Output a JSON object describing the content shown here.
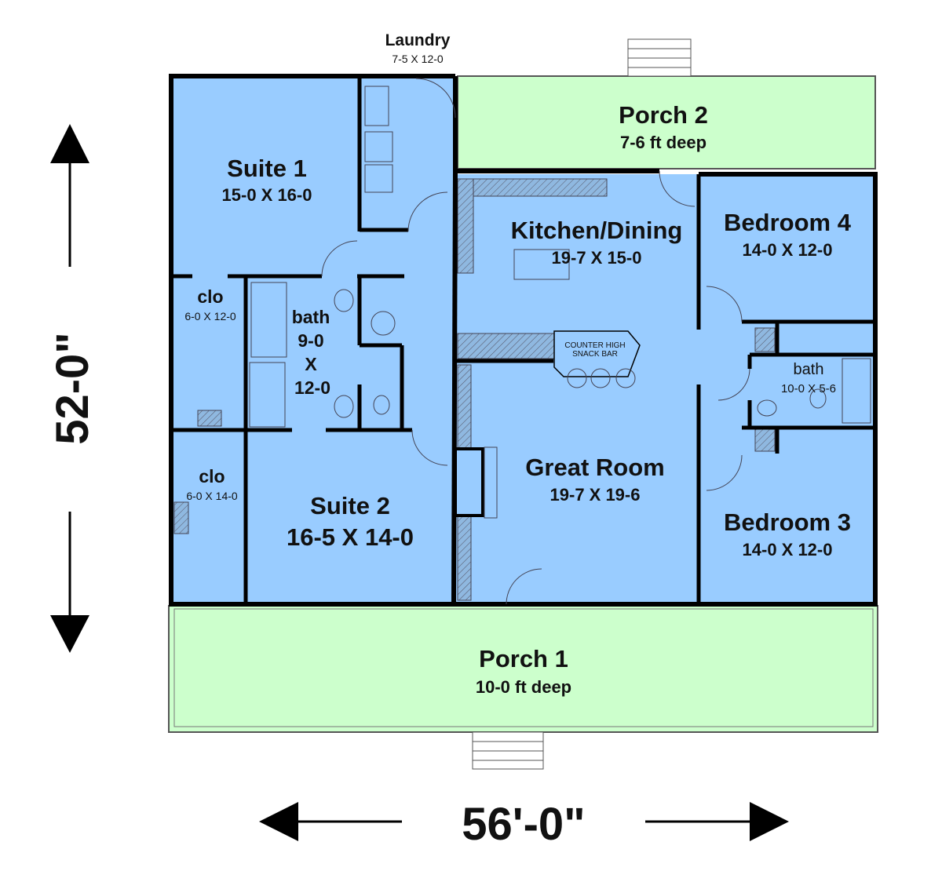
{
  "title": "Floor plan",
  "dimensions": {
    "depth": "52-0\"",
    "width": "56'-0\""
  },
  "rooms": {
    "laundry": {
      "name": "Laundry",
      "size": "7-5 X 12-0"
    },
    "porch2": {
      "name": "Porch 2",
      "size": "7-6 ft deep"
    },
    "suite1": {
      "name": "Suite 1",
      "size": "15-0 X 16-0"
    },
    "kitchen": {
      "name": "Kitchen/Dining",
      "size": "19-7 X 15-0"
    },
    "bedroom4": {
      "name": "Bedroom 4",
      "size": "14-0 X 12-0"
    },
    "clo1": {
      "name": "clo",
      "size": "6-0 X 12-0"
    },
    "bath1": {
      "name": "bath",
      "size_a": "9-0",
      "size_x": "X",
      "size_b": "12-0"
    },
    "snackbar": {
      "line1": "COUNTER HIGH",
      "line2": "SNACK BAR"
    },
    "bath2": {
      "name": "bath",
      "size": "10-0 X 5-6"
    },
    "clo2": {
      "name": "clo",
      "size": "6-0 X 14-0"
    },
    "suite2": {
      "name": "Suite 2",
      "size": "16-5 X 14-0"
    },
    "greatroom": {
      "name": "Great Room",
      "size": "19-7 X 19-6"
    },
    "bedroom3": {
      "name": "Bedroom 3",
      "size": "14-0 X 12-0"
    },
    "porch1": {
      "name": "Porch 1",
      "size": "10-0 ft deep"
    }
  },
  "colors": {
    "room": "#99ccff",
    "porch": "#ccffcc",
    "wall": "#000000"
  }
}
